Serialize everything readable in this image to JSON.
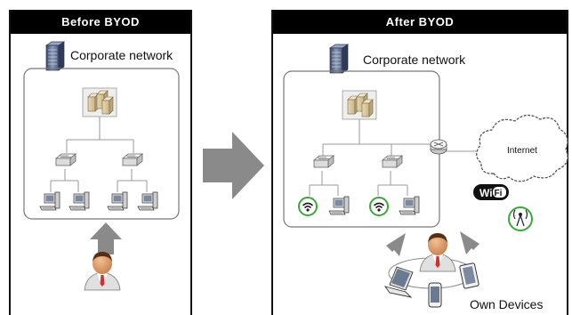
{
  "before_panel": {
    "title": "Before  BYOD",
    "network_label": "Corporate  network"
  },
  "after_panel": {
    "title": "After  BYOD",
    "network_label": "Corporate  network",
    "internet_label": "Internet",
    "wifi_label_wi": "Wi",
    "wifi_label_fi": "Fi",
    "devices_label": "Own  Devices"
  },
  "colors": {
    "header_bg": "#000000",
    "arrow_gray": "#8a8a8a",
    "wifi_green": "#3aa83a",
    "person_orange": "#c86a1e"
  },
  "icons": [
    "server-rack-icon",
    "server-cluster-icon",
    "switch-icon",
    "desktop-computer-icon",
    "person-icon",
    "wifi-icon",
    "router-icon",
    "cloud-icon",
    "laptop-icon",
    "tablet-icon",
    "phone-icon",
    "antenna-icon",
    "arrow-icon"
  ]
}
